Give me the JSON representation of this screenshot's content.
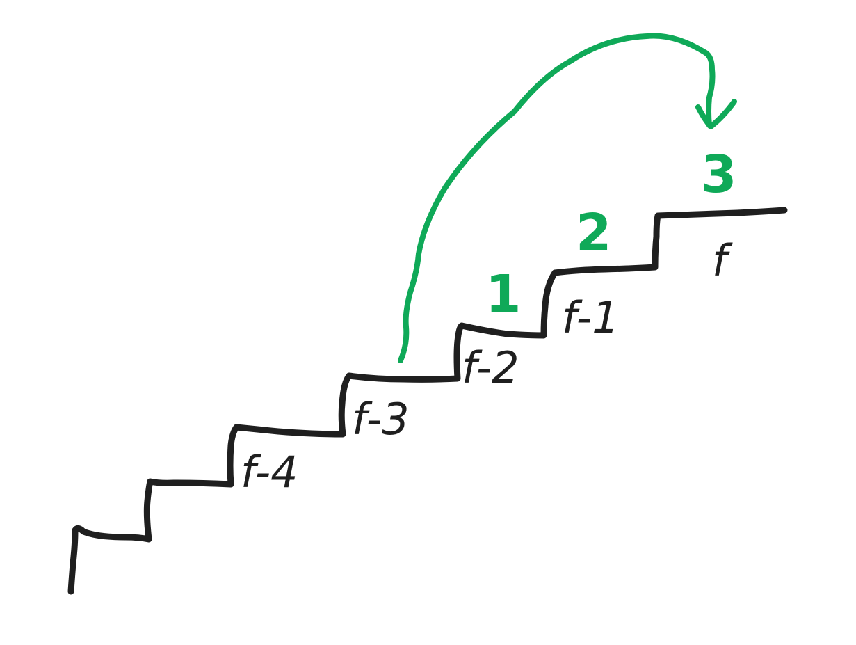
{
  "colors": {
    "ink": "#1f1f1f",
    "accent": "#0fa958",
    "background": "#ffffff"
  },
  "steps": [
    {
      "id": "f-4",
      "label": "f-4"
    },
    {
      "id": "f-3",
      "label": "f-3"
    },
    {
      "id": "f-2",
      "label": "f-2"
    },
    {
      "id": "f-1",
      "label": "f-1"
    },
    {
      "id": "f",
      "label": "f"
    }
  ],
  "counts": [
    {
      "id": "count-1",
      "label": "1"
    },
    {
      "id": "count-2",
      "label": "2"
    },
    {
      "id": "count-3",
      "label": "3"
    }
  ],
  "jump": {
    "from": "f-3",
    "to": "f"
  }
}
